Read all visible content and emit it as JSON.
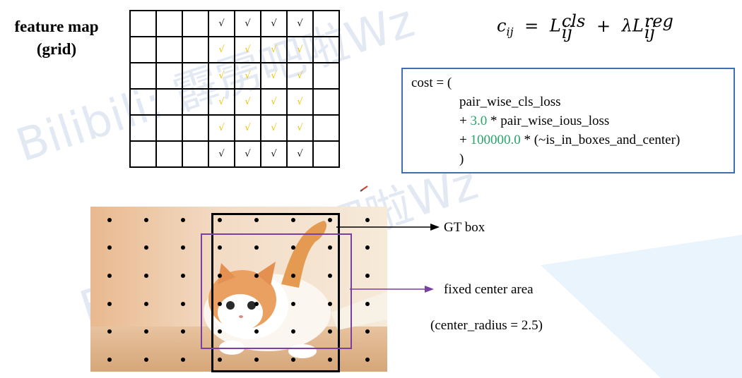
{
  "watermark": {
    "text": "Bilibili: 霹雳吧啦Wz"
  },
  "feature_map": {
    "title_line1": "feature map",
    "title_line2": "(grid)",
    "check_symbol": "√",
    "rows": [
      [
        "",
        "",
        "",
        "black",
        "black",
        "black",
        "black",
        ""
      ],
      [
        "",
        "",
        "",
        "yellow",
        "yellow",
        "yellow",
        "yellow",
        ""
      ],
      [
        "",
        "",
        "",
        "yellow",
        "yellow",
        "yellow",
        "yellow",
        ""
      ],
      [
        "",
        "",
        "",
        "yellow",
        "yellow",
        "yellow",
        "yellow",
        ""
      ],
      [
        "",
        "",
        "",
        "yellow",
        "yellow",
        "yellow",
        "yellow",
        ""
      ],
      [
        "",
        "",
        "",
        "black",
        "black",
        "black",
        "black",
        ""
      ]
    ],
    "colors": {
      "black_check": "#111111",
      "yellow_check": "#f2c200"
    }
  },
  "formula": {
    "lhs": "c",
    "lhs_sub": "ij",
    "eq": "=",
    "term1": "L",
    "term1_sup": "cls",
    "term1_sub": "ij",
    "plus": "+",
    "lambda": "λ",
    "term2": "L",
    "term2_sup": "reg",
    "term2_sub": "ij"
  },
  "code": {
    "line1": "cost = (",
    "line2": "pair_wise_cls_loss",
    "line3_prefix": "+ ",
    "line3_num": "3.0",
    "line3_rest": " * pair_wise_ious_loss",
    "line4_prefix": "+ ",
    "line4_num": "100000.0",
    "line4_rest": " * (~is_in_boxes_and_center)",
    "line5": ")",
    "colors": {
      "border": "#3f6fb0",
      "number": "#2aa36a"
    }
  },
  "diagram": {
    "gt_label": "GT box",
    "center_label": "fixed center area",
    "radius_label": "(center_radius = 2.5)",
    "colors": {
      "gt_box": "#000000",
      "center_area": "#7a3fa3"
    }
  }
}
